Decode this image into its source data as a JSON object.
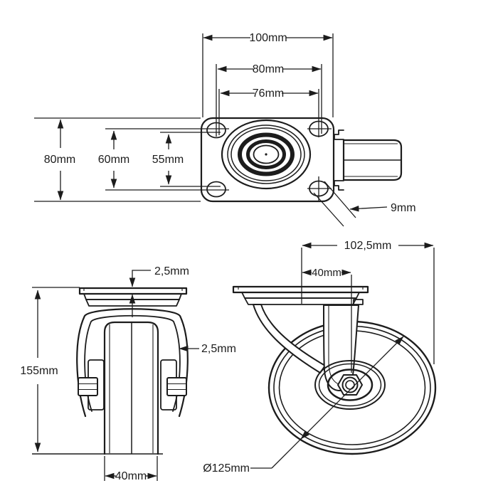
{
  "colors": {
    "ink": "#1c1c1c",
    "background": "#ffffff"
  },
  "dims": {
    "top_view": {
      "overall_width": "100mm",
      "bolt_spacing_width": "80mm",
      "bolt_spacing_width_alt": "76mm",
      "overall_depth": "80mm",
      "bolt_spacing_depth": "60mm",
      "bolt_spacing_depth_alt": "55mm",
      "hole_diameter": "9mm"
    },
    "front_view": {
      "plate_thickness": "2,5mm",
      "fork_wall_thickness": "2,5mm",
      "total_height": "155mm",
      "wheel_width": "40mm"
    },
    "side_view": {
      "overall_length": "102,5mm",
      "swivel_offset": "40mm",
      "wheel_diameter": "Ø125mm"
    }
  }
}
